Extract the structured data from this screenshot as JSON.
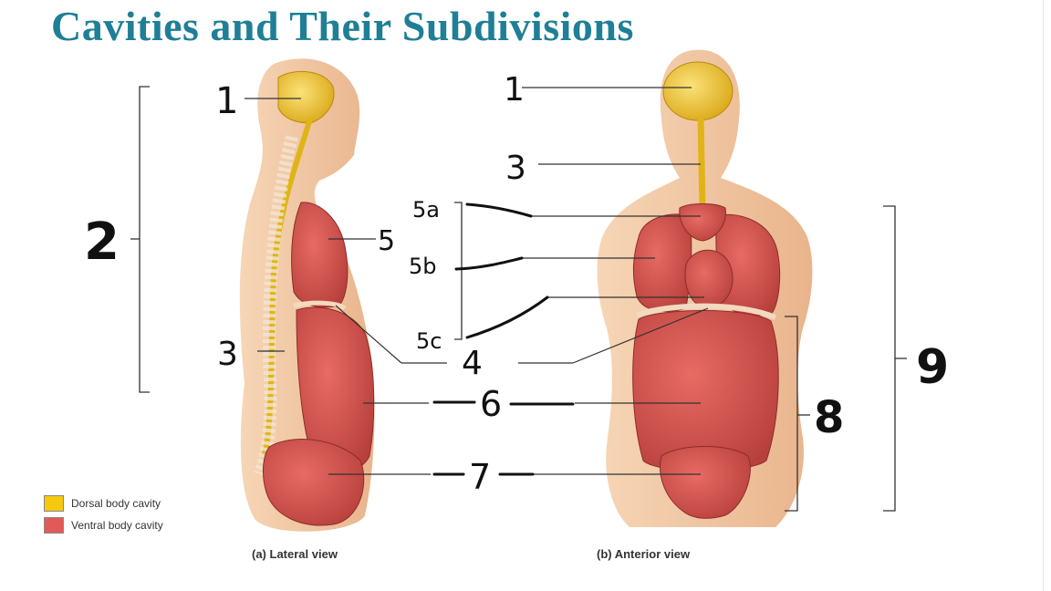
{
  "title": "Cavities and Their Subdivisions",
  "captions": {
    "lateral": "(a) Lateral view",
    "anterior": "(b) Anterior view"
  },
  "legend": [
    {
      "label": "Dorsal body cavity",
      "color": "#f6c90e"
    },
    {
      "label": "Ventral body cavity",
      "color": "#e25a58"
    }
  ],
  "handwritten_labels": {
    "l1": "1",
    "l2": "2",
    "l3": "3",
    "l3b": "3",
    "l4": "4",
    "l5": "5",
    "l5a": "5a",
    "l5b": "5b",
    "l5c": "5c",
    "l6": "6",
    "l7": "7",
    "l8": "8",
    "l9": "9",
    "r1": "1"
  },
  "colors": {
    "title": "#1e7f96",
    "dorsal": "#f6c90e",
    "ventral": "#e25a58",
    "skin": "#f2c9a5"
  }
}
